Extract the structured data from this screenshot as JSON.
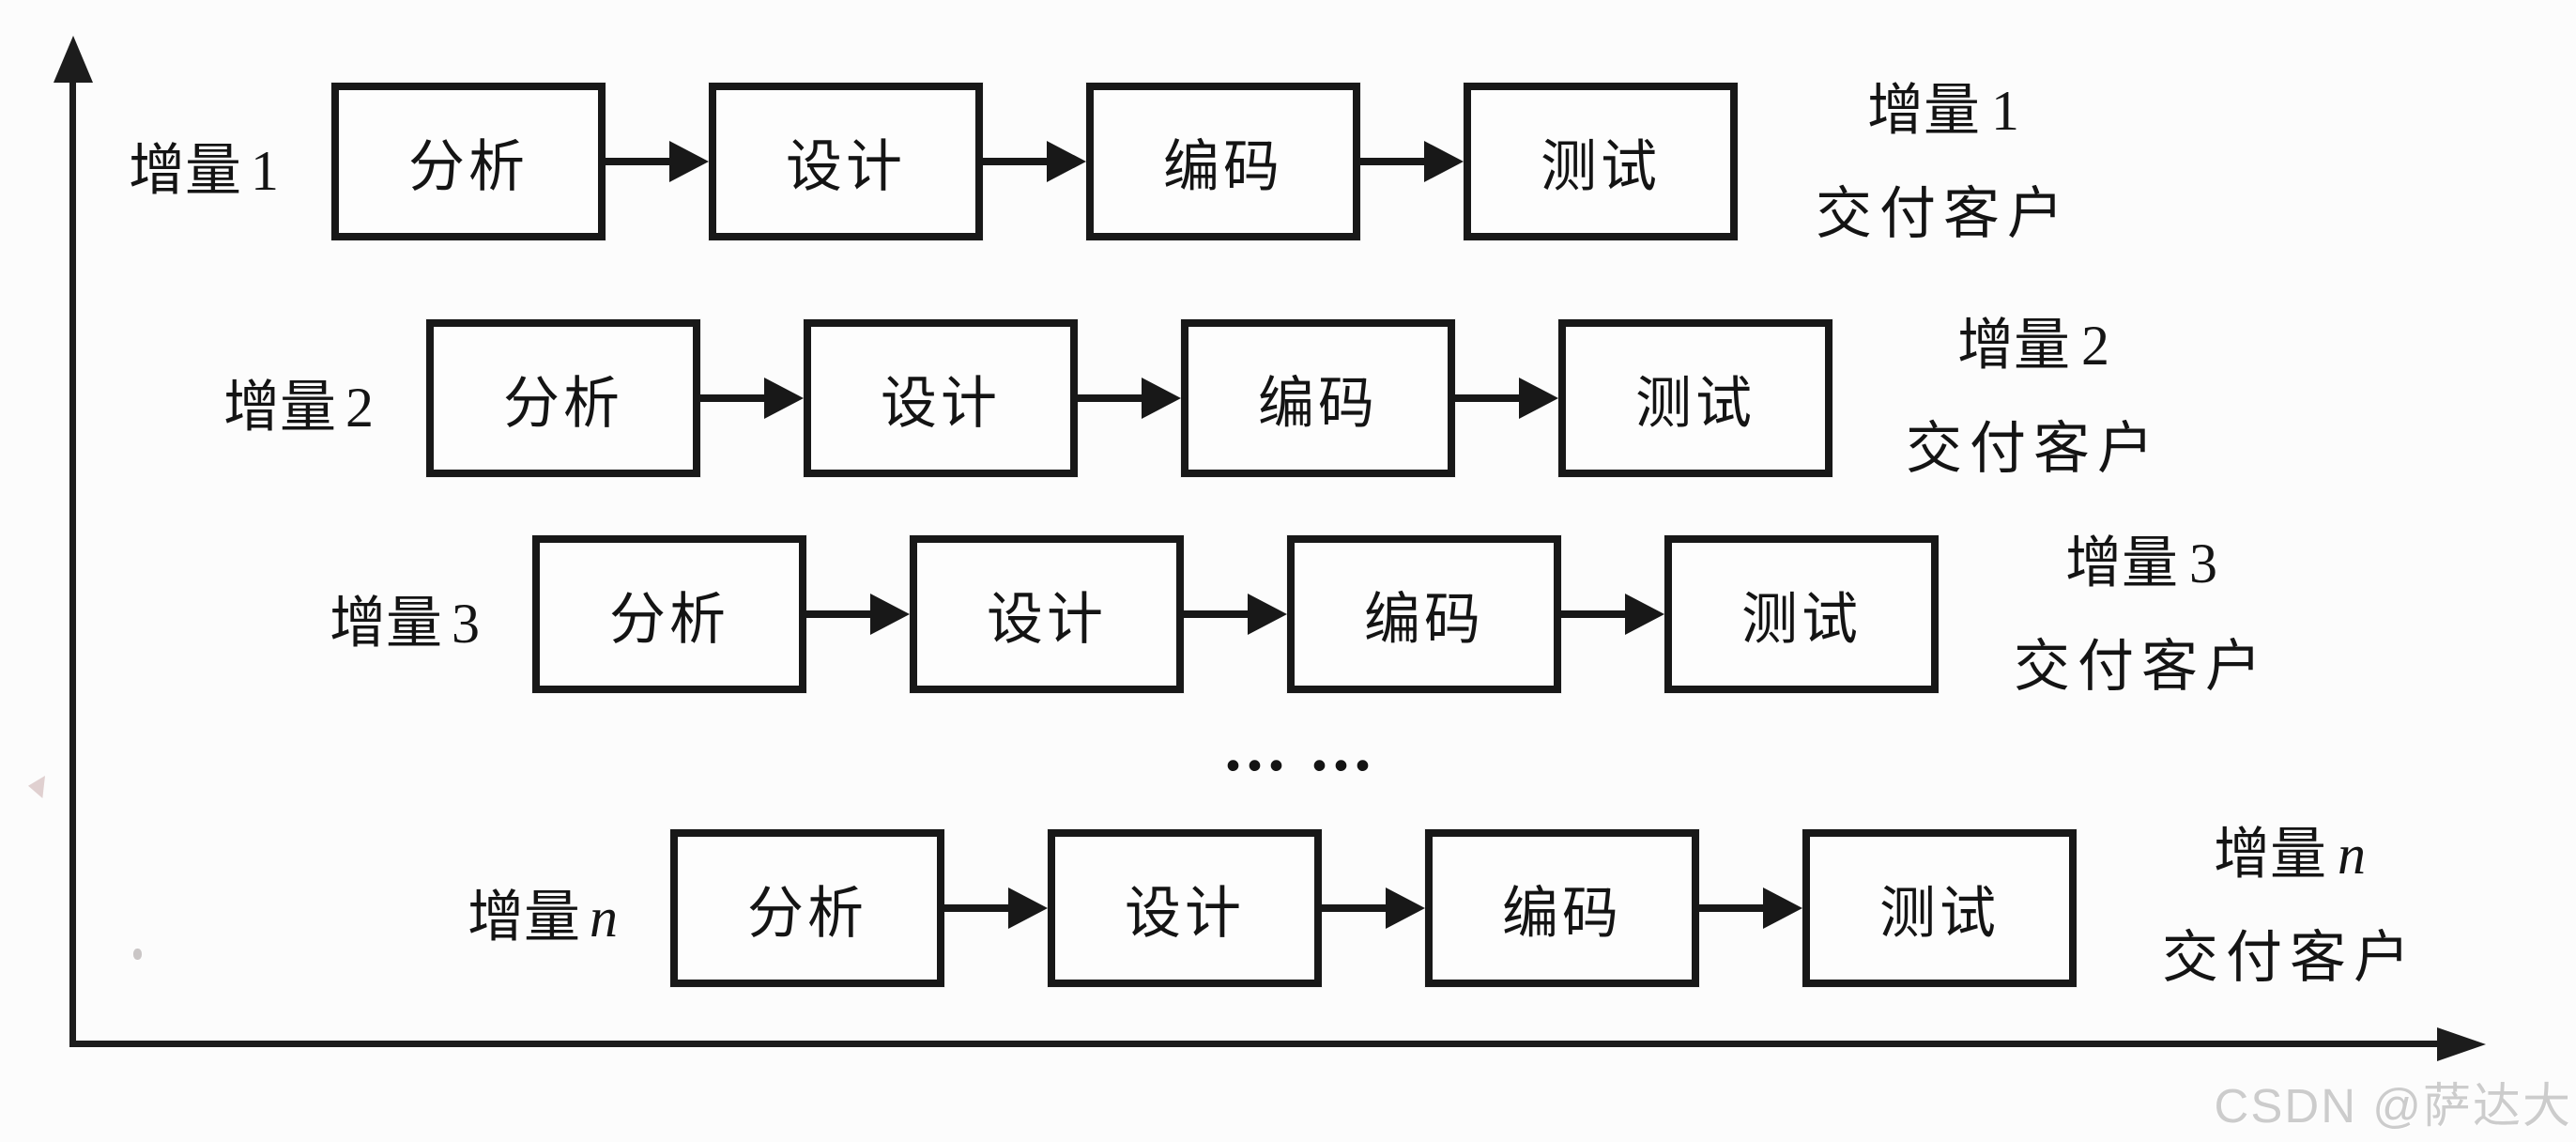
{
  "colors": {
    "ink": "#181818",
    "text": "#141414",
    "background": "#fcfcfc",
    "watermark_gray": "#cccccc"
  },
  "rows": [
    {
      "left_prefix": "增量",
      "left_num": "1",
      "boxes": [
        "分析",
        "设计",
        "编码",
        "测试"
      ],
      "right_prefix": "增量",
      "right_num": "1",
      "right_line2": "交付客户"
    },
    {
      "left_prefix": "增量",
      "left_num": "2",
      "boxes": [
        "分析",
        "设计",
        "编码",
        "测试"
      ],
      "right_prefix": "增量",
      "right_num": "2",
      "right_line2": "交付客户"
    },
    {
      "left_prefix": "增量",
      "left_num": "3",
      "boxes": [
        "分析",
        "设计",
        "编码",
        "测试"
      ],
      "right_prefix": "增量",
      "right_num": "3",
      "right_line2": "交付客户"
    },
    {
      "left_prefix": "增量",
      "left_num": "n",
      "boxes": [
        "分析",
        "设计",
        "编码",
        "测试"
      ],
      "right_prefix": "增量",
      "right_num": "n",
      "right_line2": "交付客户"
    }
  ],
  "ellipsis": "... ...",
  "watermark": "CSDN @萨达大"
}
